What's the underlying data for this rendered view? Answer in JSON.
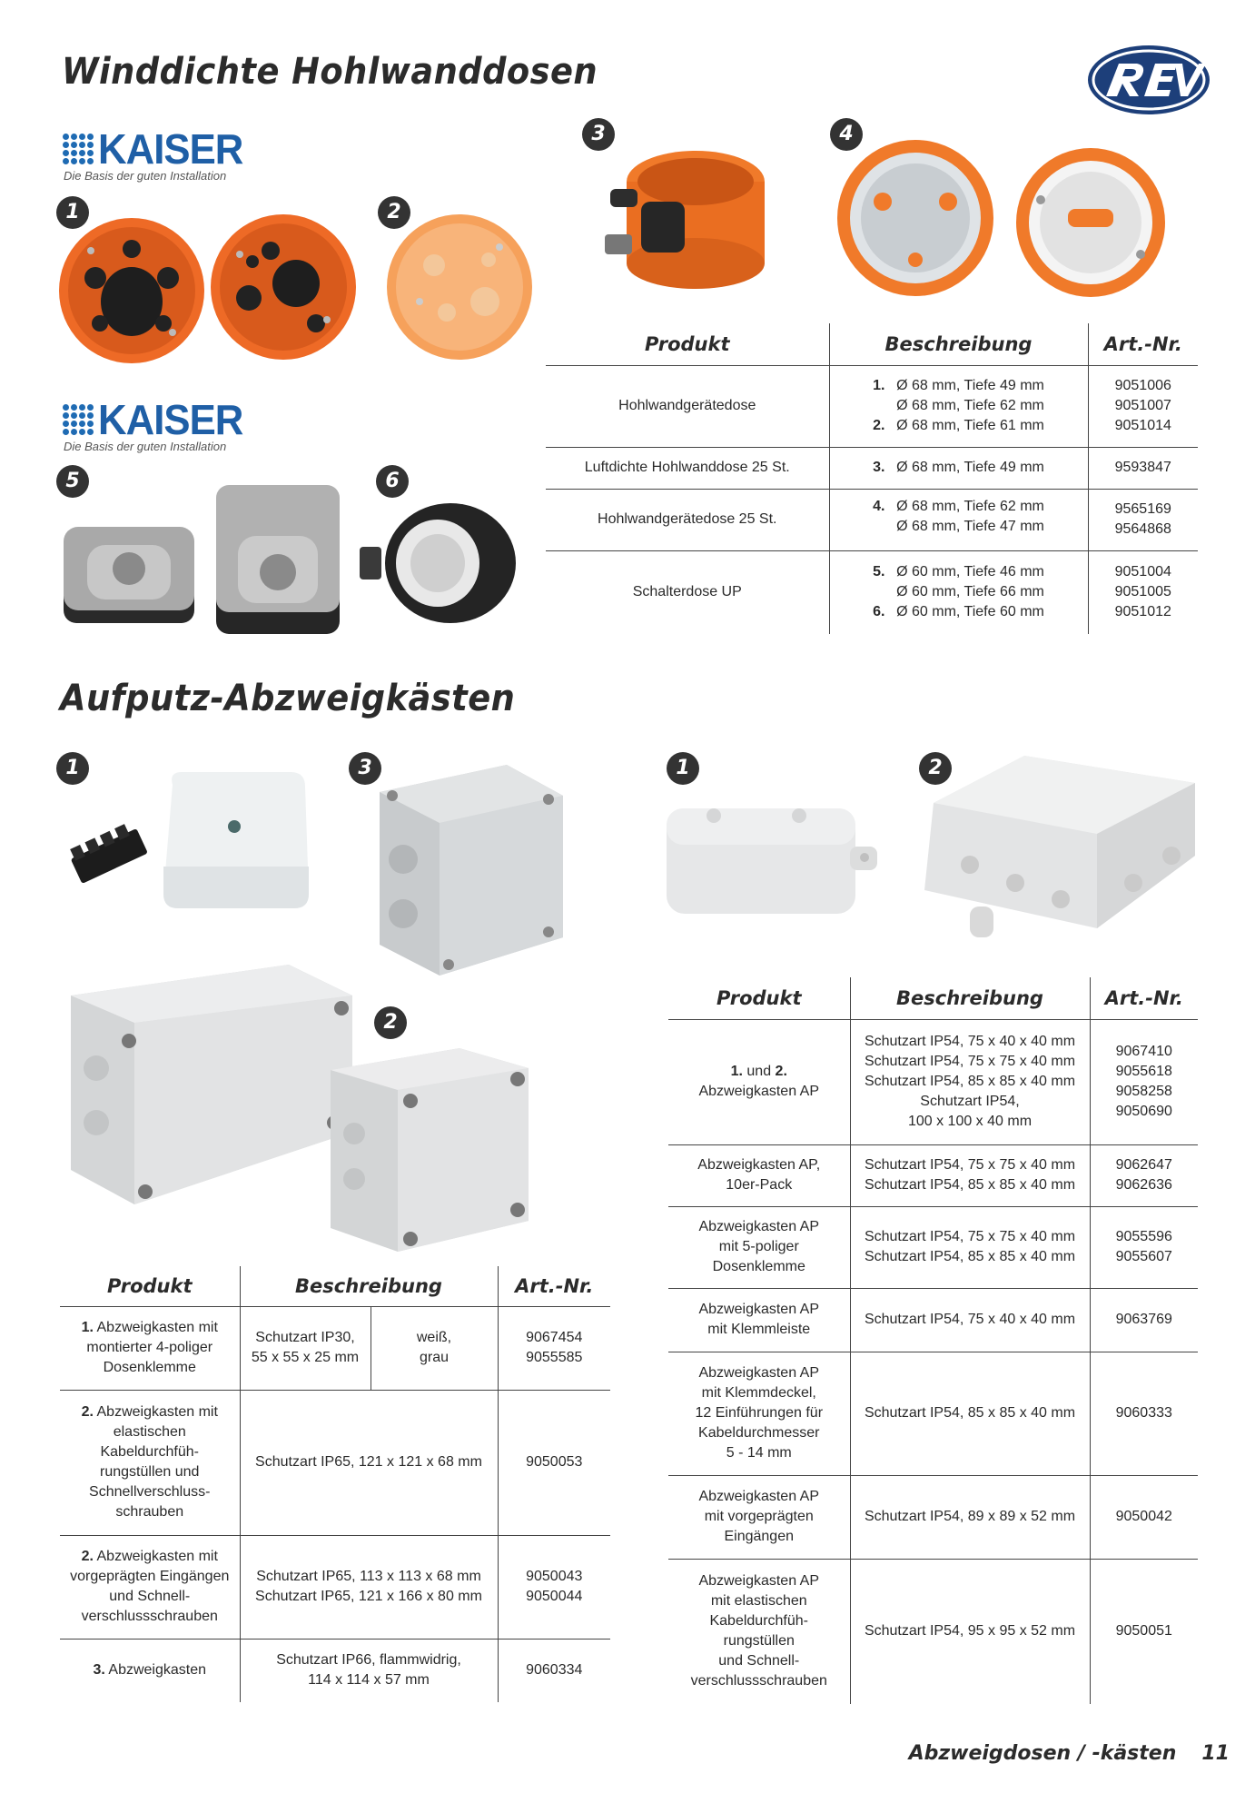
{
  "section1": {
    "title": "Winddichte Hohlwanddosen",
    "brand_text": "KAISER",
    "brand_tagline": "Die Basis der guten Installation",
    "badges": [
      "1",
      "2",
      "3",
      "4",
      "5",
      "6"
    ],
    "table": {
      "headers": [
        "Produkt",
        "Beschreibung",
        "Art.-Nr."
      ],
      "rows": [
        {
          "product": "Hohlwandgerätedose",
          "nums": [
            "1.",
            "",
            "2."
          ],
          "descs": [
            "Ø 68 mm, Tiefe 49 mm",
            "Ø 68 mm, Tiefe 62 mm",
            "Ø 68 mm, Tiefe 61 mm"
          ],
          "arts": "9051006\n9051007\n9051014"
        },
        {
          "product": "Luftdichte Hohlwanddose 25 St.",
          "nums": [
            "3."
          ],
          "descs": [
            "Ø 68 mm, Tiefe 49 mm"
          ],
          "arts": "9593847"
        },
        {
          "product": "Hohlwandgerätedose 25 St.",
          "nums": [
            "4.",
            ""
          ],
          "descs": [
            "Ø 68 mm, Tiefe 62 mm",
            "Ø 68 mm, Tiefe 47 mm"
          ],
          "arts": "9565169\n9564868"
        },
        {
          "product": "Schalterdose UP",
          "nums": [
            "5.",
            "",
            "6."
          ],
          "descs": [
            "Ø 60 mm, Tiefe 46 mm",
            "Ø 60 mm, Tiefe 66 mm",
            "Ø 60 mm, Tiefe 60 mm"
          ],
          "arts": "9051004\n9051005\n9051012"
        }
      ]
    }
  },
  "section2": {
    "title": "Aufputz-Abzweigkästen",
    "badges_left": [
      "1",
      "3",
      "2"
    ],
    "badges_right": [
      "1",
      "2"
    ],
    "left_table": {
      "headers": [
        "Produkt",
        "Beschreibung",
        "Art.-Nr."
      ],
      "rows": [
        {
          "product_num": "1.",
          "product": " Abzweigkasten mit montierter 4-poliger Dosenklemme",
          "desc_a": "Schutzart IP30,\n55 x 55 x 25 mm",
          "desc_b": "weiß,\ngrau",
          "arts": "9067454\n9055585"
        },
        {
          "product_num": "2.",
          "product": " Abzweigkasten mit elastischen Kabeldurchfüh-rungstüllen und Schnellverschluss-schrauben",
          "desc": "Schutzart IP65, 121 x 121 x 68 mm",
          "arts": "9050053"
        },
        {
          "product_num": "2.",
          "product": " Abzweigkasten mit vorgeprägten Eingängen und Schnell-verschlussschrauben",
          "desc": "Schutzart IP65, 113 x 113 x 68 mm\nSchutzart IP65, 121 x 166 x 80 mm",
          "arts": "9050043\n9050044"
        },
        {
          "product_num": "3.",
          "product": " Abzweigkasten",
          "desc": "Schutzart IP66, flammwidrig,\n114 x 114 x 57 mm",
          "arts": "9060334"
        }
      ]
    },
    "right_table": {
      "headers": [
        "Produkt",
        "Beschreibung",
        "Art.-Nr."
      ],
      "rows": [
        {
          "product_num": "1.",
          "product_mid": " und ",
          "product_num2": "2.",
          "product": "Abzweigkasten AP",
          "desc": "Schutzart IP54, 75 x 40 x 40 mm\nSchutzart IP54, 75 x 75 x 40 mm\nSchutzart IP54, 85 x 85 x 40 mm\nSchutzart IP54,\n100 x 100 x 40 mm",
          "arts": "9067410\n9055618\n9058258\n9050690"
        },
        {
          "product": "Abzweigkasten AP,\n10er-Pack",
          "desc": "Schutzart IP54, 75 x 75 x 40 mm\nSchutzart IP54, 85 x 85 x 40 mm",
          "arts": "9062647\n9062636"
        },
        {
          "product": "Abzweigkasten AP\nmit 5-poliger\nDosenklemme",
          "desc": "Schutzart IP54, 75 x 75 x 40 mm\nSchutzart IP54, 85 x 85 x 40 mm",
          "arts": "9055596\n9055607"
        },
        {
          "product": "Abzweigkasten AP\nmit Klemmleiste",
          "desc": "Schutzart IP54, 75 x 40 x 40 mm",
          "arts": "9063769"
        },
        {
          "product": "Abzweigkasten AP\nmit Klemmdeckel,\n12 Einführungen für\nKabeldurchmesser\n5 - 14 mm",
          "desc": "Schutzart IP54, 85 x 85 x 40 mm",
          "arts": "9060333"
        },
        {
          "product": "Abzweigkasten AP\nmit vorgeprägten\nEingängen",
          "desc": "Schutzart IP54, 89 x 89 x 52 mm",
          "arts": "9050042"
        },
        {
          "product": "Abzweigkasten AP\nmit elastischen\nKabeldurchfüh-\nrungstüllen\nund Schnell-\nverschlussschrauben",
          "desc": "Schutzart IP54, 95 x 95 x 52 mm",
          "arts": "9050051"
        }
      ]
    }
  },
  "footer": {
    "section": "Abzweigdosen / -kästen",
    "page": "11"
  },
  "colors": {
    "orange": "#f07a2a",
    "kaiser_blue": "#1f5fa6",
    "rev_blue": "#1d3f7a",
    "badge": "#333333"
  }
}
